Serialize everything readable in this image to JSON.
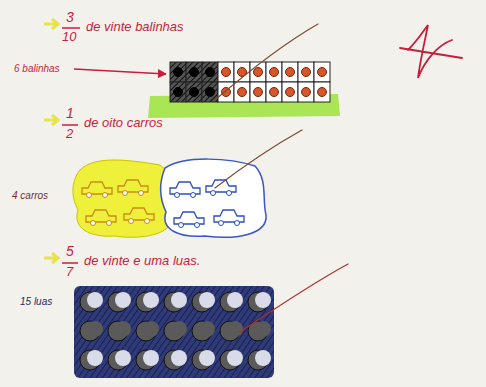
{
  "diagram": {
    "labels": [
      "3",
      "10",
      "de vinte balinhas",
      "6 balinhas",
      "1",
      "2",
      "de oito carros",
      "4 carros",
      "5",
      "7",
      "de vinte e uma luas.",
      "15 luas"
    ]
  }
}
